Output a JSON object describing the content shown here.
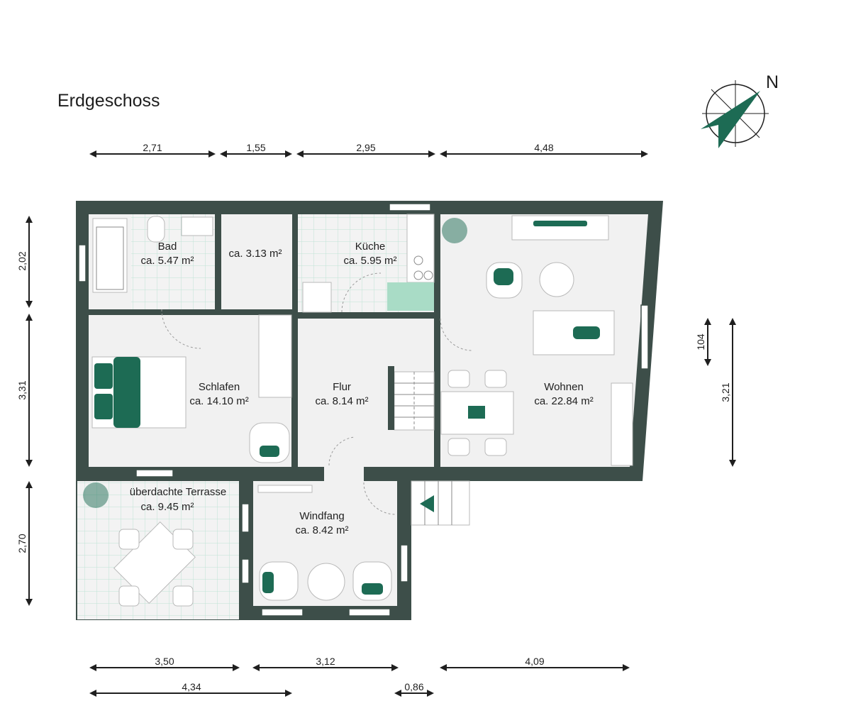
{
  "title": "Erdgeschoss",
  "compass_label": "N",
  "rooms": {
    "bad": {
      "name": "Bad",
      "area": "ca. 5.47 m²"
    },
    "abstell": {
      "area": "ca. 3.13 m²"
    },
    "kueche": {
      "name": "Küche",
      "area": "ca. 5.95 m²"
    },
    "wohnen": {
      "name": "Wohnen",
      "area": "ca. 22.84 m²"
    },
    "schlafen": {
      "name": "Schlafen",
      "area": "ca. 14.10 m²"
    },
    "flur": {
      "name": "Flur",
      "area": "ca. 8.14 m²"
    },
    "terrasse": {
      "name": "überdachte Terrasse",
      "area": "ca. 9.45 m²"
    },
    "windfang": {
      "name": "Windfang",
      "area": "ca. 8.42 m²"
    }
  },
  "dimensions": {
    "top": [
      "2,71",
      "1,55",
      "2,95",
      "4,48"
    ],
    "left": [
      "2,02",
      "3,31",
      "2,70"
    ],
    "right": [
      "104",
      "3,21"
    ],
    "bottom_row1": [
      "3,50",
      "3,12",
      "4,09"
    ],
    "bottom_row2": [
      "4,34",
      "0,86"
    ]
  },
  "colors": {
    "wall": "#3d4e49",
    "accent": "#1d6b54",
    "floor": "#f1f1f1",
    "tile_grid": "#bfe3d6"
  }
}
